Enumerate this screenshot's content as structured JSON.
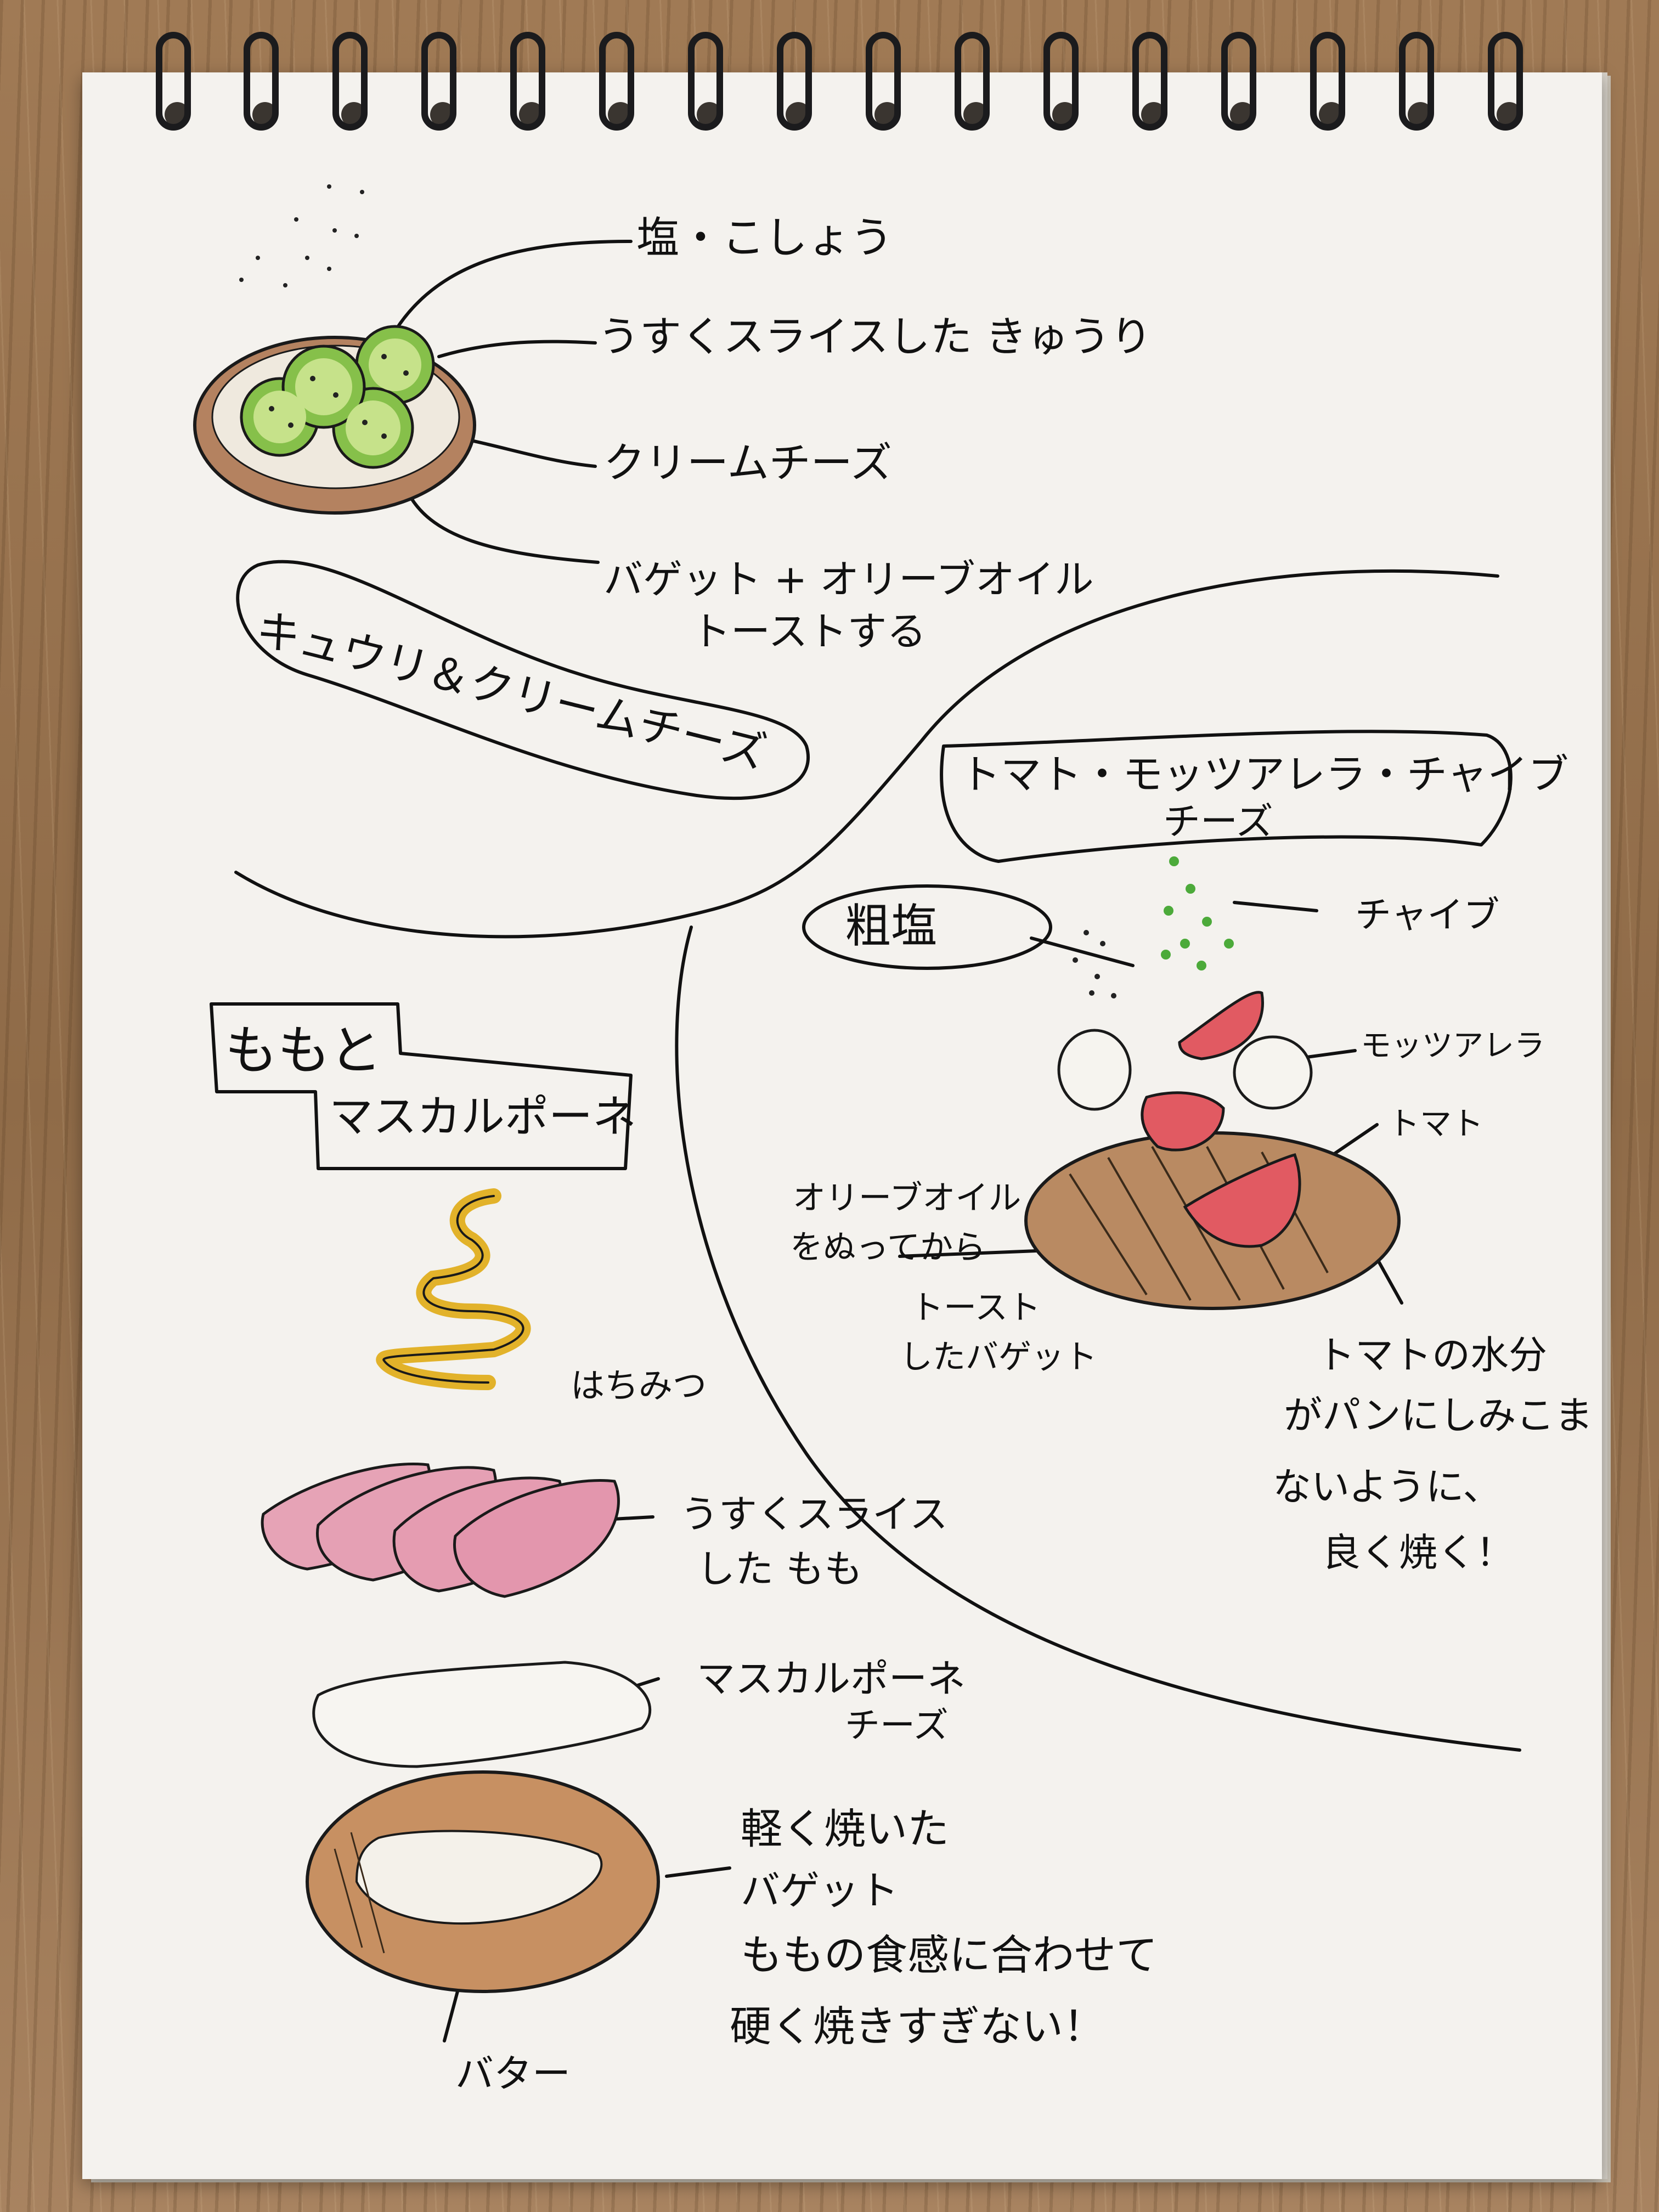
{
  "sections": {
    "cucumber": {
      "title": "キュウリ＆クリームチーズ",
      "labels": [
        "塩・こしょう",
        "うすくスライスした きゅうり",
        "クリームチーズ",
        "バゲット + オリーブオイル",
        "トーストする"
      ]
    },
    "tomato": {
      "title_line1": "トマト・モッツアレラ・チャイブ",
      "title_line2": "チーズ",
      "labels": {
        "salt": "粗塩",
        "chive": "チャイブ",
        "mozzarella": "モッツアレラ",
        "tomato": "トマト",
        "oil_line1": "オリーブオイル",
        "oil_line2": "をぬってから",
        "toast_line1": "トースト",
        "toast_line2": "したバゲット",
        "note_line1": "トマトの水分",
        "note_line2": "がパンにしみこま",
        "note_line3": "ないように、",
        "note_line4": "良く焼く！"
      }
    },
    "peach": {
      "title_line1": "ももと",
      "title_line2": "マスカルポーネ",
      "labels": {
        "honey": "はちみつ",
        "peach_line1": "うすくスライス",
        "peach_line2": "した もも",
        "mascarpone_line1": "マスカルポーネ",
        "mascarpone_line2": "チーズ",
        "baguette_line1": "軽く焼いた",
        "baguette_line2": "バゲット",
        "baguette_line3": "ももの食感に合わせて",
        "baguette_line4": "硬く焼きすぎない！",
        "butter": "バター"
      }
    }
  },
  "colors": {
    "ink": "#111111",
    "cucumber_green": "#7cbf3a",
    "toast_brown": "#a8764a",
    "tomato_red": "#e05058",
    "peach_pink": "#d9708e",
    "honey_yellow": "#e2b22a"
  }
}
